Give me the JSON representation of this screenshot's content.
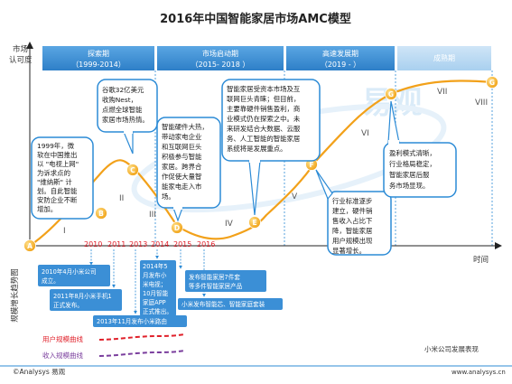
{
  "title": "2016年中国智能家居市场AMC模型",
  "y_axis_top": [
    "市场",
    "认可度"
  ],
  "y_axis_bottom": [
    "规模",
    "增长",
    "趋势图"
  ],
  "x_axis_label": "时间",
  "phases": [
    {
      "name": "探索期",
      "years": "（1999-2014）"
    },
    {
      "name": "市场启动期",
      "years": "（2015- 2018 ）"
    },
    {
      "name": "高速发展期",
      "years": "（2019 - ）"
    },
    {
      "name": "成熟期",
      "years": ""
    }
  ],
  "stage_points": [
    "A",
    "B",
    "C",
    "D",
    "E",
    "F",
    "G",
    "G"
  ],
  "roman_numerals": [
    "I",
    "II",
    "III",
    "IV",
    "V",
    "VI",
    "VII",
    "VIII"
  ],
  "years": [
    "2010",
    "2011",
    "2013",
    "2014",
    "2015",
    "2016"
  ],
  "callouts": {
    "a": [
      "1999年，微",
      "软在中国推出",
      "以 \"电视上网\"",
      "为诉求点的",
      "\"维纳斯\" 计",
      "划。自此智能",
      "安防企业不断",
      "增加。"
    ],
    "c": [
      "谷歌32亿美元",
      "收购Nest，",
      "点燃全球智能",
      "家居市场热情。"
    ],
    "d": [
      "智能硬件大热，",
      "带动家电企业",
      "和互联网巨头",
      "积极参与智能",
      "家居。跨界合",
      "作促使大量智",
      "能家电走入市",
      "场。"
    ],
    "e": [
      "智能家居受资本市场及互",
      "联网巨头青睐；但目前，",
      "主要靠硬件销售盈利，商",
      "业模式仍在探索之中。未",
      "来研发结合大数据、云服",
      "务、人工智能的智能家居",
      "系统将是发展重点。"
    ],
    "f": [
      "行业标准逐步",
      "建立，硬件销",
      "售收入占比下",
      "降，智能家居",
      "用户规模出现",
      "显著增长。"
    ],
    "g": [
      "盈利模式清晰，",
      "行业格局稳定，",
      "智能家居后服",
      "务市场显现。"
    ]
  },
  "events": {
    "e2010": [
      "2010年4月小米公司",
      "成立。"
    ],
    "e2011": [
      "2011年8月小米手机1",
      "正式发布。"
    ],
    "e2013": "2013年11月发布小米路由",
    "e2014": [
      "2014年5",
      "月发布小",
      "米电视；",
      "10月智能",
      "家庭APP",
      "正式推出。"
    ],
    "e2015": [
      "发布智能家居7件套",
      "等多件智能家居产品"
    ],
    "e2016": "小米发布智能芯、智能家庭套装"
  },
  "legend": [
    {
      "label": "用户规模曲线",
      "color": "#e0202a"
    },
    {
      "label": "收入规模曲线",
      "color": "#7a3e9d"
    }
  ],
  "watermark": "易观",
  "footnote": "小米公司发展表现",
  "copyright": "©Analysys 易观",
  "website": "www.analysys.cn",
  "colors": {
    "primary_blue": "#3b8fd6",
    "callout_blue": "#2c8bd6",
    "curve_orange": "#f2a11a",
    "year_red": "#e0202a"
  }
}
